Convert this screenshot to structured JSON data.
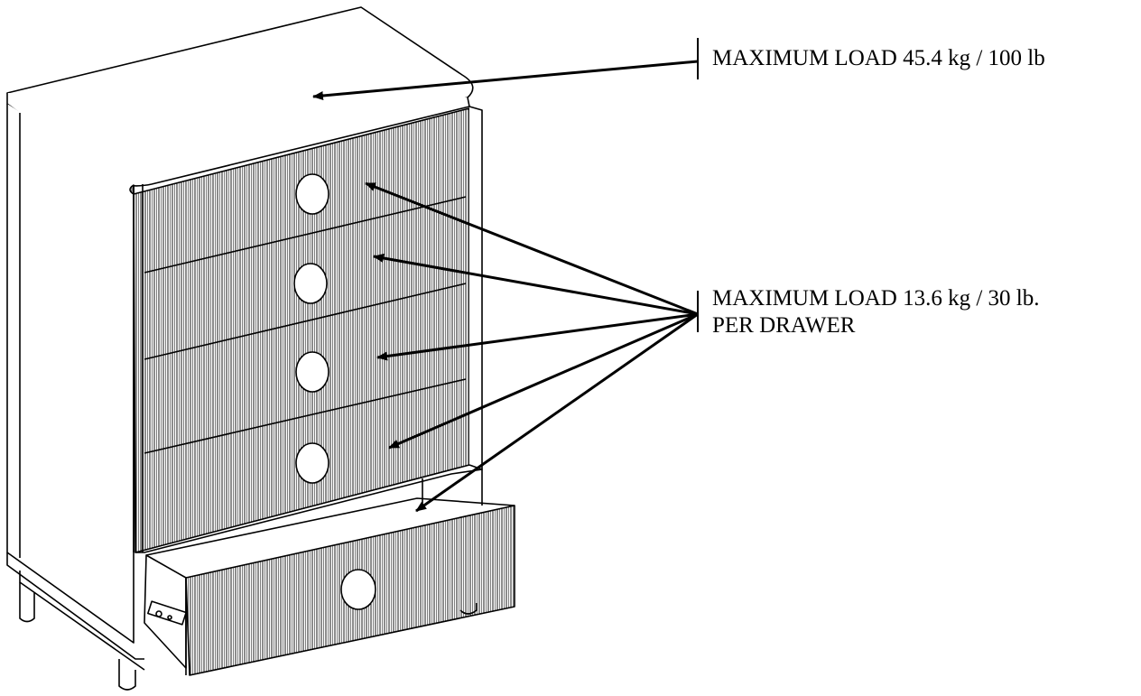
{
  "callouts": {
    "top_load": "MAXIMUM LOAD 45.4 kg / 100 lb",
    "drawer_load_line1": "MAXIMUM LOAD 13.6 kg / 30 lb.",
    "drawer_load_line2": "PER DRAWER"
  },
  "colors": {
    "line": "#000000",
    "background": "#ffffff"
  }
}
